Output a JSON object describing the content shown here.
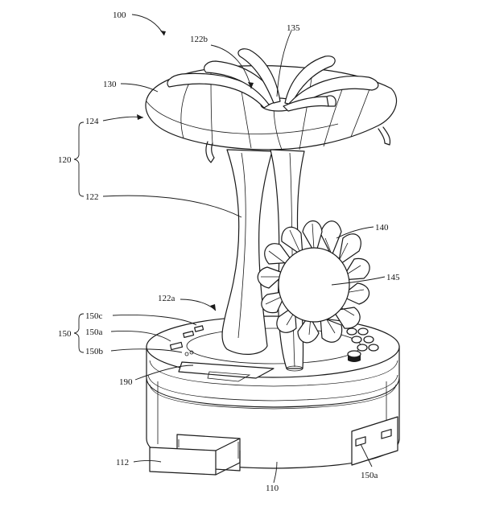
{
  "labels": {
    "l100": "100",
    "l122b": "122b",
    "l135": "135",
    "l130": "130",
    "l124": "124",
    "l120": "120",
    "l122": "122",
    "l140": "140",
    "l145": "145",
    "l122a": "122a",
    "l150c": "150c",
    "l150": "150",
    "l150a_left": "150a",
    "l150b": "150b",
    "l190": "190",
    "l112": "112",
    "l110": "110",
    "l150a_right": "150a"
  }
}
